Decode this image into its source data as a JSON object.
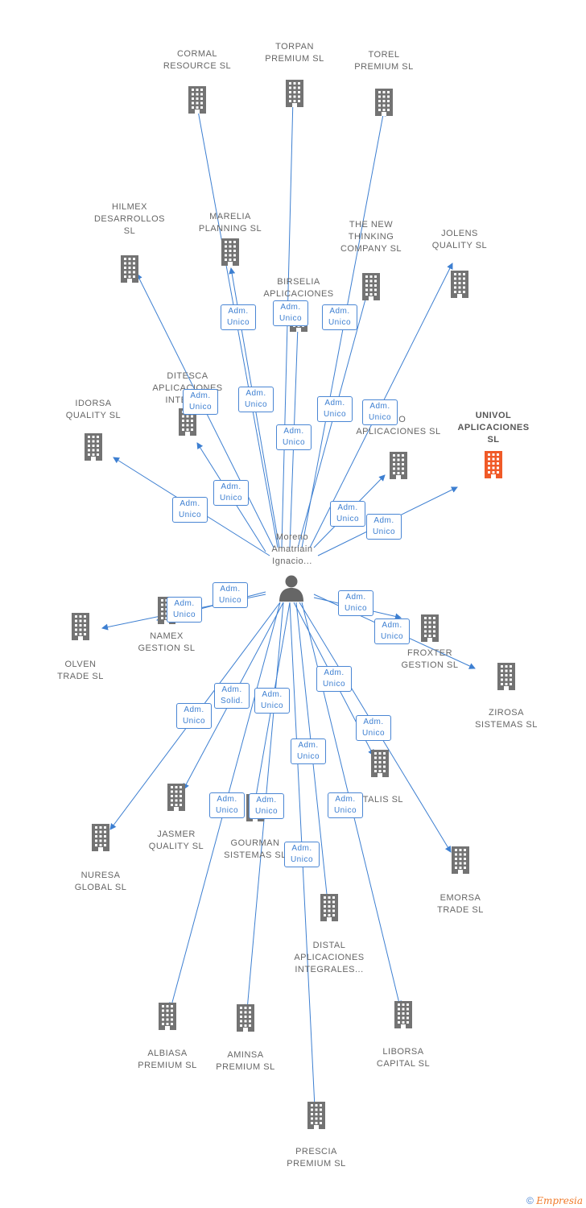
{
  "colors": {
    "edge": "#3d7fd1",
    "building": "#737373",
    "building_highlight": "#f05a28"
  },
  "center": {
    "name": "Moreno\nAmatriain\nIgnacio...",
    "icon": "person-icon"
  },
  "companies": [
    {
      "id": "cormal",
      "label": "CORMAL\nRESOURCE  SL"
    },
    {
      "id": "torpan",
      "label": "TORPAN\nPREMIUM  SL"
    },
    {
      "id": "torel",
      "label": "TOREL\nPREMIUM  SL"
    },
    {
      "id": "hilmex",
      "label": "HILMEX\nDESARROLLOS\nSL"
    },
    {
      "id": "marelia",
      "label": "MARELIA\nPLANNING  SL"
    },
    {
      "id": "thenew",
      "label": "THE NEW\nTHINKING\nCOMPANY SL"
    },
    {
      "id": "jolens",
      "label": "JOLENS\nQUALITY  SL"
    },
    {
      "id": "birselia",
      "label": "BIRSELIA\nAPLICACIONES"
    },
    {
      "id": "ditesca",
      "label": "DITESCA\nAPLICACIONES\nINTEGR..."
    },
    {
      "id": "idorsa",
      "label": "IDORSA\nQUALITY  SL"
    },
    {
      "id": "unimo",
      "label": "MO\nAPLICACIONES SL"
    },
    {
      "id": "univol",
      "label": "UNIVOL\nAPLICACIONES\nSL",
      "highlight": true
    },
    {
      "id": "namex",
      "label": "NAMEX\nGESTION  SL"
    },
    {
      "id": "olven",
      "label": "OLVEN\nTRADE  SL"
    },
    {
      "id": "froxter",
      "label": "FROXTER\nGESTION  SL"
    },
    {
      "id": "zirosa",
      "label": "ZIROSA\nSISTEMAS  SL"
    },
    {
      "id": "jasmer",
      "label": "JASMER\nQUALITY  SL"
    },
    {
      "id": "gourman",
      "label": "GOURMAN\nSISTEMAS SL"
    },
    {
      "id": "metalis",
      "label": "ETALIS SL"
    },
    {
      "id": "nuresa",
      "label": "NURESA\nGLOBAL  SL"
    },
    {
      "id": "emorsa",
      "label": "EMORSA\nTRADE  SL"
    },
    {
      "id": "distal",
      "label": "DISTAL\nAPLICACIONES\nINTEGRALES..."
    },
    {
      "id": "albiasa",
      "label": "ALBIASA\nPREMIUM  SL"
    },
    {
      "id": "aminsa",
      "label": "AMINSA\nPREMIUM  SL"
    },
    {
      "id": "liborsa",
      "label": "LIBORSA\nCAPITAL  SL"
    },
    {
      "id": "prescia",
      "label": "PRESCIA\nPREMIUM  SL"
    }
  ],
  "relations": [
    "Adm.\nUnico",
    "Adm.\nUnico",
    "Adm.\nUnico",
    "Adm.\nUnico",
    "Adm.\nUnico",
    "Adm.\nUnico",
    "Adm.\nUnico",
    "Adm.\nUnico",
    "Adm.\nUnico",
    "Adm.\nUnico",
    "Adm.\nUnico",
    "Adm.\nUnico",
    "Adm.\nUnico",
    "Adm.\nUnico",
    "Adm.\nUnico",
    "Adm.\nUnico",
    "Adm.\nUnico",
    "Adm.\nSolid.",
    "Adm.\nUnico",
    "Adm.\nUnico",
    "Adm.\nUnico",
    "Adm.\nUnico",
    "Adm.\nUnico",
    "Adm.\nUnico",
    "Adm.\nUnico",
    "Adm.\nUnico"
  ],
  "footer": {
    "copyright": "©",
    "brand": "Empresia"
  }
}
